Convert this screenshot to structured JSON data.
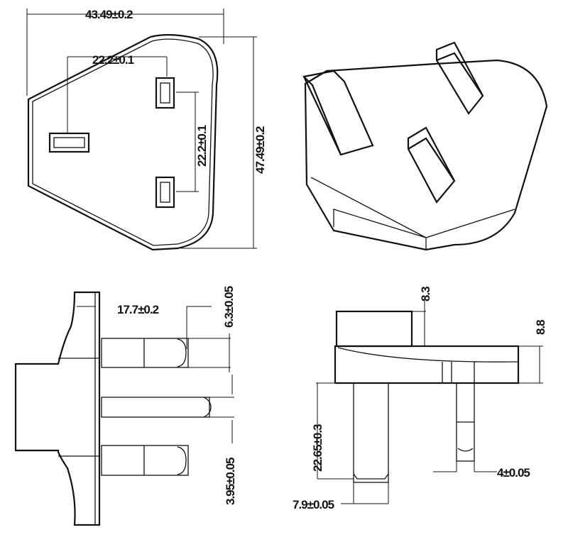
{
  "front_view": {
    "width_label": "43.49±0.2",
    "pin_spacing_h": "22.2±0.1",
    "pin_spacing_v": "22.2±0.1",
    "height_label": "47.49±0.2"
  },
  "side_view": {
    "flange_label": "17.7±0.2",
    "pin_width_label": "6.3±0.05",
    "earth_pin_label": "3.95±0.05"
  },
  "end_view": {
    "block_label": "8.3",
    "body_label": "8.8",
    "pin_length_label": "22.65±0.3",
    "pin_thickness_label": "4±0.05",
    "pin_width_label": "7.9±0.05"
  }
}
